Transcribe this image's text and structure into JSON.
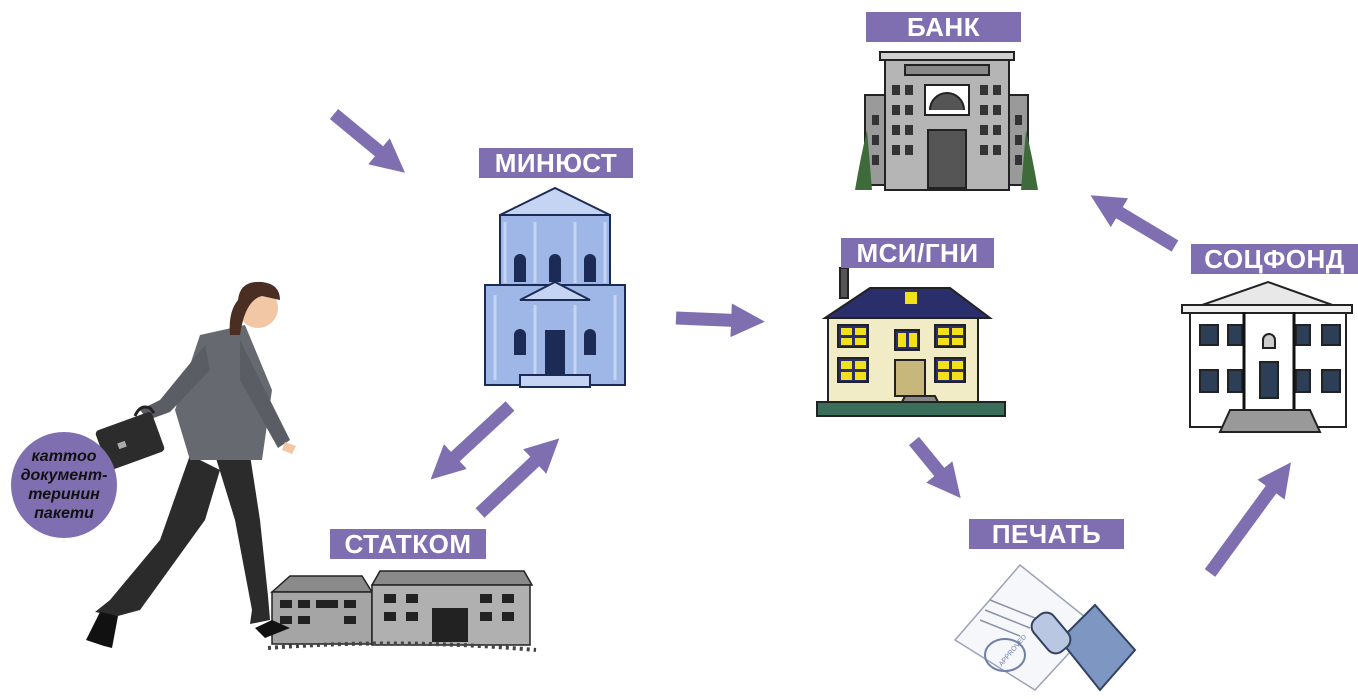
{
  "colors": {
    "accent": "#7f6fb0",
    "building_blue": "#9fb7e6",
    "building_gray": "#9a9a9a",
    "roof_navy": "#2a2e6b",
    "window_yellow": "#f2e01b"
  },
  "labels": {
    "bank": "БАНК",
    "minjust": "МИНЮСТ",
    "msi_gni": "МСИ/ГНИ",
    "socfond": "СОЦФОНД",
    "pechat": "ПЕЧАТЬ",
    "statkom": "СТАТКОМ"
  },
  "bubble": {
    "line1": "каттоо",
    "line2": "документ-",
    "line3": "теринин",
    "line4": "пакети"
  },
  "stamp_text": "APPROVED",
  "icons": [
    "arrow-icon",
    "bank-building-icon",
    "ministry-building-icon",
    "tax-office-house-icon",
    "social-fund-house-icon",
    "stamp-icon",
    "statistics-office-building-icon",
    "businesswoman-icon",
    "briefcase-icon"
  ]
}
